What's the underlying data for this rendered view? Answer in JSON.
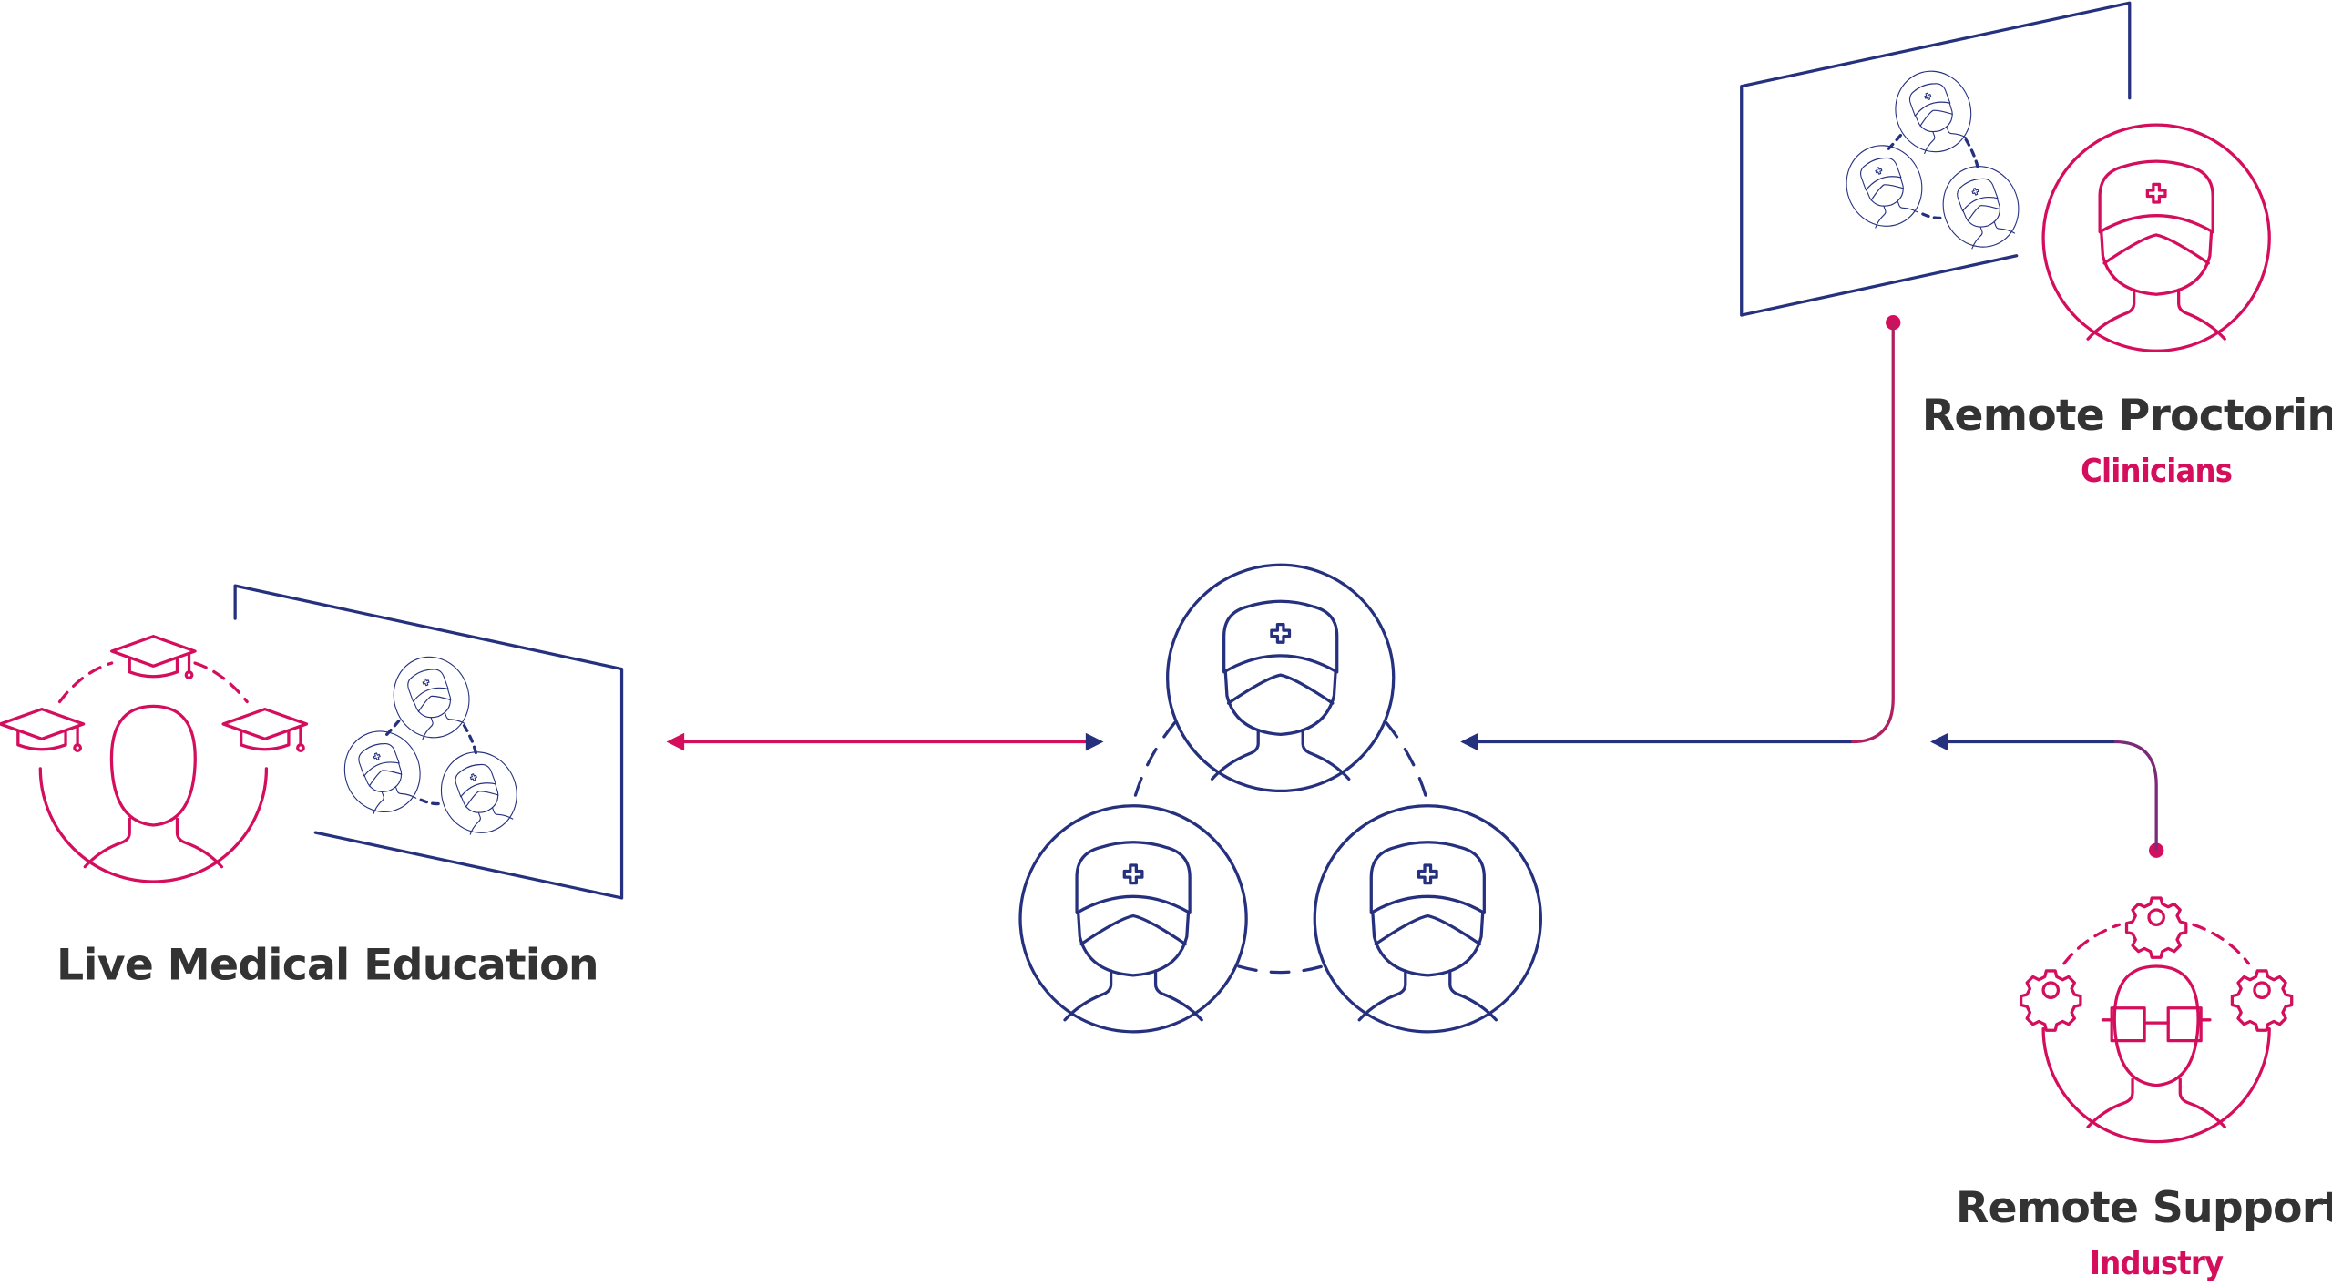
{
  "colors": {
    "navy": "#25317e",
    "pink": "#d40e5c",
    "text": "#333333"
  },
  "center": {
    "label": "clinician-network",
    "icon": "clinician-group-icon"
  },
  "nodes": [
    {
      "title": "Live Medical Education",
      "subtitle": null,
      "icon": "student-graduation-icon"
    },
    {
      "title": "Remote Proctoring",
      "subtitle": "Clinicians",
      "icon": "clinician-icon"
    },
    {
      "title": "Remote Support",
      "subtitle": "Industry",
      "icon": "engineer-gears-icon"
    }
  ]
}
